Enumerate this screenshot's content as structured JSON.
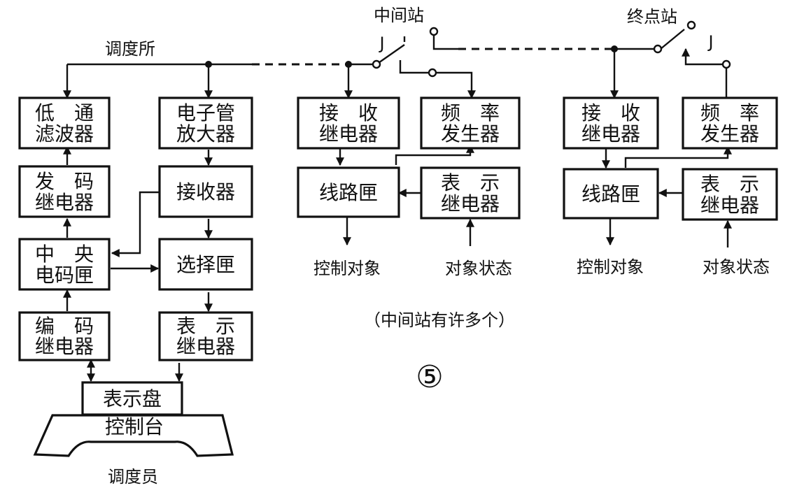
{
  "dispatch": {
    "label": "调度所",
    "operator": "调度员",
    "blocks": {
      "lpf": [
        "低　通",
        "滤波器"
      ],
      "amp": [
        "电子管",
        "放大器"
      ],
      "send_relay": [
        "发　码",
        "继电器"
      ],
      "receiver": [
        "接收器"
      ],
      "central": [
        "中　央",
        "电码匣"
      ],
      "selector": [
        "选择匣"
      ],
      "encode_relay": [
        "编　码",
        "继电器"
      ],
      "display_relay": [
        "表　示",
        "继电器"
      ],
      "panel": "表示盘",
      "console": "控制台"
    }
  },
  "middle": {
    "label": "中间站",
    "switch": "J",
    "blocks": {
      "recv_relay": [
        "接　收",
        "继电器"
      ],
      "freq_gen": [
        "频　率",
        "发生器"
      ],
      "line_box": [
        "线路匣"
      ],
      "display_relay": [
        "表　示",
        "继电器"
      ]
    },
    "out_label": "控制对象",
    "in_label": "对象状态"
  },
  "terminal": {
    "label": "终点站",
    "switch": "J",
    "blocks": {
      "recv_relay": [
        "接　收",
        "继电器"
      ],
      "freq_gen": [
        "频　率",
        "发生器"
      ],
      "line_box": [
        "线路匣"
      ],
      "display_relay": [
        "表　示",
        "继电器"
      ]
    },
    "out_label": "控制对象",
    "in_label": "对象状态"
  },
  "note": "（中间站有许多个）",
  "figure_number": "⑤"
}
